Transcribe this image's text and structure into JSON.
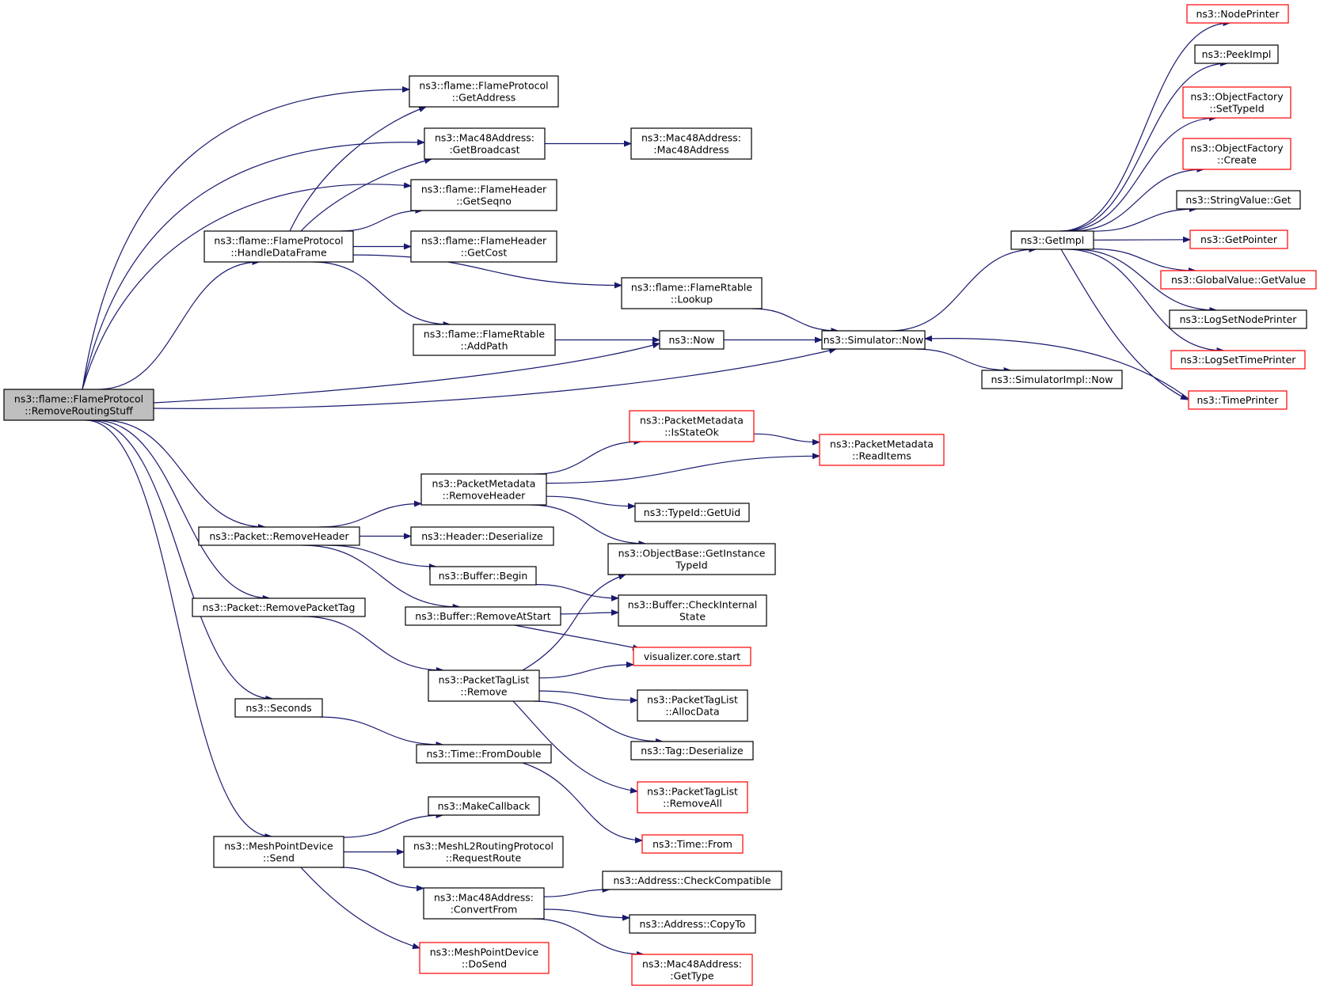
{
  "colors": {
    "edge": "#191970",
    "box_border": "#000000",
    "red_border": "#ff0000",
    "root_fill": "#bfbfbf"
  },
  "nodes": [
    {
      "id": "root",
      "lines": [
        "ns3::flame::FlameProtocol",
        "::RemoveRoutingStuff"
      ],
      "style": "root"
    },
    {
      "id": "fp_getaddress",
      "lines": [
        "ns3::flame::FlameProtocol",
        "::GetAddress"
      ],
      "style": "black"
    },
    {
      "id": "mac_getbroadcast",
      "lines": [
        "ns3::Mac48Address:",
        ":GetBroadcast"
      ],
      "style": "black"
    },
    {
      "id": "mac_ctor",
      "lines": [
        "ns3::Mac48Address:",
        ":Mac48Address"
      ],
      "style": "black"
    },
    {
      "id": "fh_getseqno",
      "lines": [
        "ns3::flame::FlameHeader",
        "::GetSeqno"
      ],
      "style": "black"
    },
    {
      "id": "fp_handledataframe",
      "lines": [
        "ns3::flame::FlameProtocol",
        "::HandleDataFrame"
      ],
      "style": "black"
    },
    {
      "id": "fh_getcost",
      "lines": [
        "ns3::flame::FlameHeader",
        "::GetCost"
      ],
      "style": "black"
    },
    {
      "id": "fr_lookup",
      "lines": [
        "ns3::flame::FlameRtable",
        "::Lookup"
      ],
      "style": "black"
    },
    {
      "id": "fr_addpath",
      "lines": [
        "ns3::flame::FlameRtable",
        "::AddPath"
      ],
      "style": "black"
    },
    {
      "id": "now",
      "lines": [
        "ns3::Now"
      ],
      "style": "black"
    },
    {
      "id": "sim_now",
      "lines": [
        "ns3::Simulator::Now"
      ],
      "style": "black"
    },
    {
      "id": "simimpl_now",
      "lines": [
        "ns3::SimulatorImpl::Now"
      ],
      "style": "black"
    },
    {
      "id": "getimpl",
      "lines": [
        "ns3::GetImpl"
      ],
      "style": "black"
    },
    {
      "id": "nodeprinter",
      "lines": [
        "ns3::NodePrinter"
      ],
      "style": "red"
    },
    {
      "id": "peekimpl",
      "lines": [
        "ns3::PeekImpl"
      ],
      "style": "black"
    },
    {
      "id": "of_settypeid",
      "lines": [
        "ns3::ObjectFactory",
        "::SetTypeId"
      ],
      "style": "red"
    },
    {
      "id": "of_create",
      "lines": [
        "ns3::ObjectFactory",
        "::Create"
      ],
      "style": "red"
    },
    {
      "id": "sv_get",
      "lines": [
        "ns3::StringValue::Get"
      ],
      "style": "black"
    },
    {
      "id": "getpointer",
      "lines": [
        "ns3::GetPointer"
      ],
      "style": "red"
    },
    {
      "id": "gv_getvalue",
      "lines": [
        "ns3::GlobalValue::GetValue"
      ],
      "style": "red"
    },
    {
      "id": "logsetnodeprinter",
      "lines": [
        "ns3::LogSetNodePrinter"
      ],
      "style": "black"
    },
    {
      "id": "logsettimeprinter",
      "lines": [
        "ns3::LogSetTimePrinter"
      ],
      "style": "red"
    },
    {
      "id": "timeprinter",
      "lines": [
        "ns3::TimePrinter"
      ],
      "style": "red"
    },
    {
      "id": "pm_isstateok",
      "lines": [
        "ns3::PacketMetadata",
        "::IsStateOk"
      ],
      "style": "red"
    },
    {
      "id": "pm_readitems",
      "lines": [
        "ns3::PacketMetadata",
        "::ReadItems"
      ],
      "style": "red"
    },
    {
      "id": "pm_removeheader",
      "lines": [
        "ns3::PacketMetadata",
        "::RemoveHeader"
      ],
      "style": "black"
    },
    {
      "id": "typeid_getuid",
      "lines": [
        "ns3::TypeId::GetUid"
      ],
      "style": "black"
    },
    {
      "id": "pkt_removeheader",
      "lines": [
        "ns3::Packet::RemoveHeader"
      ],
      "style": "black"
    },
    {
      "id": "hdr_deserialize",
      "lines": [
        "ns3::Header::Deserialize"
      ],
      "style": "black"
    },
    {
      "id": "ob_getinstancetypeid",
      "lines": [
        "ns3::ObjectBase::GetInstance",
        "TypeId"
      ],
      "style": "black"
    },
    {
      "id": "buf_begin",
      "lines": [
        "ns3::Buffer::Begin"
      ],
      "style": "black"
    },
    {
      "id": "pkt_removepackettag",
      "lines": [
        "ns3::Packet::RemovePacketTag"
      ],
      "style": "black"
    },
    {
      "id": "buf_checkinternalstate",
      "lines": [
        "ns3::Buffer::CheckInternal",
        "State"
      ],
      "style": "black"
    },
    {
      "id": "buf_removeatstart",
      "lines": [
        "ns3::Buffer::RemoveAtStart"
      ],
      "style": "black"
    },
    {
      "id": "viz_start",
      "lines": [
        "visualizer.core.start"
      ],
      "style": "red"
    },
    {
      "id": "ptl_remove",
      "lines": [
        "ns3::PacketTagList",
        "::Remove"
      ],
      "style": "black"
    },
    {
      "id": "ptl_allocdata",
      "lines": [
        "ns3::PacketTagList",
        "::AllocData"
      ],
      "style": "black"
    },
    {
      "id": "seconds",
      "lines": [
        "ns3::Seconds"
      ],
      "style": "black"
    },
    {
      "id": "tag_deserialize",
      "lines": [
        "ns3::Tag::Deserialize"
      ],
      "style": "black"
    },
    {
      "id": "time_fromdouble",
      "lines": [
        "ns3::Time::FromDouble"
      ],
      "style": "black"
    },
    {
      "id": "ptl_removeall",
      "lines": [
        "ns3::PacketTagList",
        "::RemoveAll"
      ],
      "style": "red"
    },
    {
      "id": "makecallback",
      "lines": [
        "ns3::MakeCallback"
      ],
      "style": "black"
    },
    {
      "id": "time_from",
      "lines": [
        "ns3::Time::From"
      ],
      "style": "red"
    },
    {
      "id": "mpd_send",
      "lines": [
        "ns3::MeshPointDevice",
        "::Send"
      ],
      "style": "black"
    },
    {
      "id": "ml2_requestroute",
      "lines": [
        "ns3::MeshL2RoutingProtocol",
        "::RequestRoute"
      ],
      "style": "black"
    },
    {
      "id": "addr_checkcompatible",
      "lines": [
        "ns3::Address::CheckCompatible"
      ],
      "style": "black"
    },
    {
      "id": "mac_convertfrom",
      "lines": [
        "ns3::Mac48Address:",
        ":ConvertFrom"
      ],
      "style": "black"
    },
    {
      "id": "addr_copyto",
      "lines": [
        "ns3::Address::CopyTo"
      ],
      "style": "black"
    },
    {
      "id": "mpd_dosend",
      "lines": [
        "ns3::MeshPointDevice",
        "::DoSend"
      ],
      "style": "red"
    },
    {
      "id": "mac_gettype",
      "lines": [
        "ns3::Mac48Address:",
        ":GetType"
      ],
      "style": "red"
    }
  ],
  "edges": [
    [
      "root",
      "fp_getaddress"
    ],
    [
      "root",
      "mac_getbroadcast"
    ],
    [
      "root",
      "fh_getseqno"
    ],
    [
      "root",
      "fp_handledataframe"
    ],
    [
      "root",
      "now"
    ],
    [
      "root",
      "sim_now"
    ],
    [
      "root",
      "pkt_removeheader"
    ],
    [
      "root",
      "pkt_removepackettag"
    ],
    [
      "root",
      "seconds"
    ],
    [
      "root",
      "mpd_send"
    ],
    [
      "fp_handledataframe",
      "fp_getaddress"
    ],
    [
      "fp_handledataframe",
      "mac_getbroadcast"
    ],
    [
      "fp_handledataframe",
      "fh_getseqno"
    ],
    [
      "fp_handledataframe",
      "fh_getcost"
    ],
    [
      "fp_handledataframe",
      "fr_lookup"
    ],
    [
      "fp_handledataframe",
      "fr_addpath"
    ],
    [
      "mac_getbroadcast",
      "mac_ctor"
    ],
    [
      "fr_lookup",
      "sim_now"
    ],
    [
      "fr_addpath",
      "now"
    ],
    [
      "now",
      "sim_now"
    ],
    [
      "sim_now",
      "getimpl"
    ],
    [
      "sim_now",
      "simimpl_now"
    ],
    [
      "getimpl",
      "nodeprinter"
    ],
    [
      "getimpl",
      "peekimpl"
    ],
    [
      "getimpl",
      "of_settypeid"
    ],
    [
      "getimpl",
      "of_create"
    ],
    [
      "getimpl",
      "sv_get"
    ],
    [
      "getimpl",
      "getpointer"
    ],
    [
      "getimpl",
      "gv_getvalue"
    ],
    [
      "getimpl",
      "logsetnodeprinter"
    ],
    [
      "getimpl",
      "logsettimeprinter"
    ],
    [
      "getimpl",
      "timeprinter"
    ],
    [
      "timeprinter",
      "sim_now"
    ],
    [
      "pkt_removeheader",
      "pm_removeheader"
    ],
    [
      "pkt_removeheader",
      "hdr_deserialize"
    ],
    [
      "pkt_removeheader",
      "buf_begin"
    ],
    [
      "pkt_removeheader",
      "buf_removeatstart"
    ],
    [
      "pm_removeheader",
      "pm_isstateok"
    ],
    [
      "pm_removeheader",
      "pm_readitems"
    ],
    [
      "pm_removeheader",
      "typeid_getuid"
    ],
    [
      "pm_removeheader",
      "ob_getinstancetypeid"
    ],
    [
      "pm_isstateok",
      "pm_readitems"
    ],
    [
      "buf_begin",
      "buf_checkinternalstate"
    ],
    [
      "buf_removeatstart",
      "buf_checkinternalstate"
    ],
    [
      "buf_removeatstart",
      "viz_start"
    ],
    [
      "pkt_removepackettag",
      "ptl_remove"
    ],
    [
      "ptl_remove",
      "ob_getinstancetypeid"
    ],
    [
      "ptl_remove",
      "viz_start"
    ],
    [
      "ptl_remove",
      "ptl_allocdata"
    ],
    [
      "ptl_remove",
      "tag_deserialize"
    ],
    [
      "ptl_remove",
      "ptl_removeall"
    ],
    [
      "seconds",
      "time_fromdouble"
    ],
    [
      "time_fromdouble",
      "time_from"
    ],
    [
      "mpd_send",
      "makecallback"
    ],
    [
      "mpd_send",
      "ml2_requestroute"
    ],
    [
      "mpd_send",
      "mac_convertfrom"
    ],
    [
      "mpd_send",
      "mpd_dosend"
    ],
    [
      "mac_convertfrom",
      "addr_checkcompatible"
    ],
    [
      "mac_convertfrom",
      "addr_copyto"
    ],
    [
      "mac_convertfrom",
      "mac_gettype"
    ]
  ]
}
